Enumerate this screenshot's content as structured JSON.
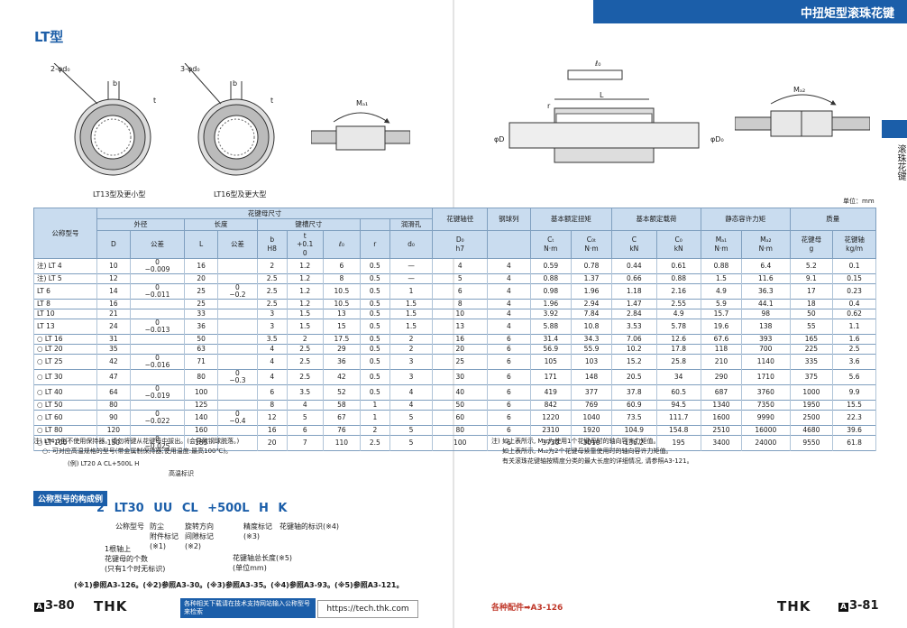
{
  "header_title": "中扭矩型滚珠花键",
  "page_title": "LT型",
  "side_label": "滚珠花键",
  "figures": {
    "fig1_label": "2-φd₀",
    "fig1_caption": "LT13型及更小型",
    "fig2_label": "3-φd₀",
    "fig2_caption": "LT16型及更大型",
    "dim_b": "b",
    "dim_t": "t",
    "ma1": "Mₐ₁",
    "ma2": "Mₐ₂",
    "l0": "ℓ₀",
    "L": "L",
    "r": "r",
    "phiD": "φD",
    "phiDs": "φD₀"
  },
  "unit_note": "单位：mm",
  "table": {
    "h_model": "公称型号",
    "h_nut_dims": "花键母尺寸",
    "h_od": "外径",
    "h_len": "长度",
    "h_keyway": "键槽尺寸",
    "h_oil": "润滑孔",
    "h_shaft_dia": "花键轴径",
    "h_balls": "钢球列",
    "h_torque": "基本额定扭矩",
    "h_load": "基本额定载荷",
    "h_moment": "静态容许力矩",
    "h_mass": "质量",
    "h_D": "D",
    "h_tol1": "公差",
    "h_L": "L",
    "h_tol2": "公差",
    "h_b": "b\nH8",
    "h_t": "t\n+0.1\n0",
    "h_l0": "ℓ₀",
    "h_r": "r",
    "h_d0": "d₀",
    "h_Ds": "D₀\nh7",
    "h_Ct": "Cₜ\nN·m",
    "h_Cot": "C₀ₜ\nN·m",
    "h_C": "C\nkN",
    "h_C0": "C₀\nkN",
    "h_MA1": "Mₐ₁\nN·m",
    "h_MA2": "Mₐ₂\nN·m",
    "h_nutmass": "花键母\ng",
    "h_shaftmass": "花键轴\nkg/m",
    "rows": [
      [
        "注) LT 4",
        "10",
        "0\n−0.009",
        "16",
        "",
        "2",
        "1.2",
        "6",
        "0.5",
        "—",
        "4",
        "4",
        "0.59",
        "0.78",
        "0.44",
        "0.61",
        "0.88",
        "6.4",
        "5.2",
        "0.1"
      ],
      [
        "注) LT 5",
        "12",
        "",
        "20",
        "",
        "2.5",
        "1.2",
        "8",
        "0.5",
        "—",
        "5",
        "4",
        "0.88",
        "1.37",
        "0.66",
        "0.88",
        "1.5",
        "11.6",
        "9.1",
        "0.15"
      ],
      [
        "LT 6",
        "14",
        "0\n−0.011",
        "25",
        "0\n−0.2",
        "2.5",
        "1.2",
        "10.5",
        "0.5",
        "1",
        "6",
        "4",
        "0.98",
        "1.96",
        "1.18",
        "2.16",
        "4.9",
        "36.3",
        "17",
        "0.23"
      ],
      [
        "LT 8",
        "16",
        "",
        "25",
        "",
        "2.5",
        "1.2",
        "10.5",
        "0.5",
        "1.5",
        "8",
        "4",
        "1.96",
        "2.94",
        "1.47",
        "2.55",
        "5.9",
        "44.1",
        "18",
        "0.4"
      ],
      [
        "LT 10",
        "21",
        "",
        "33",
        "",
        "3",
        "1.5",
        "13",
        "0.5",
        "1.5",
        "10",
        "4",
        "3.92",
        "7.84",
        "2.84",
        "4.9",
        "15.7",
        "98",
        "50",
        "0.62"
      ],
      [
        "LT 13",
        "24",
        "0\n−0.013",
        "36",
        "",
        "3",
        "1.5",
        "15",
        "0.5",
        "1.5",
        "13",
        "4",
        "5.88",
        "10.8",
        "3.53",
        "5.78",
        "19.6",
        "138",
        "55",
        "1.1"
      ],
      [
        "○ LT 16",
        "31",
        "",
        "50",
        "",
        "3.5",
        "2",
        "17.5",
        "0.5",
        "2",
        "16",
        "6",
        "31.4",
        "34.3",
        "7.06",
        "12.6",
        "67.6",
        "393",
        "165",
        "1.6"
      ],
      [
        "○ LT 20",
        "35",
        "",
        "63",
        "",
        "4",
        "2.5",
        "29",
        "0.5",
        "2",
        "20",
        "6",
        "56.9",
        "55.9",
        "10.2",
        "17.8",
        "118",
        "700",
        "225",
        "2.5"
      ],
      [
        "○ LT 25",
        "42",
        "0\n−0.016",
        "71",
        "",
        "4",
        "2.5",
        "36",
        "0.5",
        "3",
        "25",
        "6",
        "105",
        "103",
        "15.2",
        "25.8",
        "210",
        "1140",
        "335",
        "3.6"
      ],
      [
        "○ LT 30",
        "47",
        "",
        "80",
        "0\n−0.3",
        "4",
        "2.5",
        "42",
        "0.5",
        "3",
        "30",
        "6",
        "171",
        "148",
        "20.5",
        "34",
        "290",
        "1710",
        "375",
        "5.6"
      ],
      [
        "○ LT 40",
        "64",
        "0\n−0.019",
        "100",
        "",
        "6",
        "3.5",
        "52",
        "0.5",
        "4",
        "40",
        "6",
        "419",
        "377",
        "37.8",
        "60.5",
        "687",
        "3760",
        "1000",
        "9.9"
      ],
      [
        "○ LT 50",
        "80",
        "",
        "125",
        "",
        "8",
        "4",
        "58",
        "1",
        "4",
        "50",
        "6",
        "842",
        "769",
        "60.9",
        "94.5",
        "1340",
        "7350",
        "1950",
        "15.5"
      ],
      [
        "○ LT 60",
        "90",
        "0\n−0.022",
        "140",
        "0\n−0.4",
        "12",
        "5",
        "67",
        "1",
        "5",
        "60",
        "6",
        "1220",
        "1040",
        "73.5",
        "111.7",
        "1600",
        "9990",
        "2500",
        "22.3"
      ],
      [
        "○ LT 80",
        "120",
        "",
        "160",
        "",
        "16",
        "6",
        "76",
        "2",
        "5",
        "80",
        "6",
        "2310",
        "1920",
        "104.9",
        "154.8",
        "2510",
        "16000",
        "4680",
        "39.6"
      ],
      [
        "○ LT 100",
        "150",
        "0\n−0.025",
        "185",
        "",
        "20",
        "7",
        "110",
        "2.5",
        "5",
        "100",
        "6",
        "3730",
        "3010",
        "136.2",
        "195",
        "3400",
        "24000",
        "9550",
        "61.8"
      ]
    ]
  },
  "notes_left": [
    "注) LT4,5型不使用保持器。请勿将键从花键母中拔出。(会导致钢球脱落。)",
    "○: 可对应高温规格的型号(带金属制保持器;使用温度:最高100℃)。",
    "(例) LT20 A CL+500L H",
    "高温标识"
  ],
  "notes_right": [
    "注) 如上表所示, Mₐ₁为使用1个花键母时的轴向容许力矩值。",
    "如上表所示, Mₐ₂为2个花键母紧靠使用时的轴向容许力矩值。",
    "有关滚珠花键轴按精度分类的最大长度的详细情况, 请参照A3-121。"
  ],
  "composition": {
    "title": "公称型号的构成例",
    "code": "2 LT30 UU CL +500L H K",
    "l1": "公称型号",
    "l2": "防尘\n附件标记\n(※1)",
    "l3": "旋转方向\n间隙标记\n(※2)",
    "l4": "精度标记\n(※3)",
    "l5": "花键轴的标识(※4)",
    "l6": "1根轴上\n花键母的个数\n(只有1个时无标识)",
    "l7": "花键轴总长度(※5)\n(单位mm)"
  },
  "refs": "(※1)参照A3-126。(※2)参照A3-30。(※3)参照A3-35。(※4)参照A3-93。(※5)参照A3-121。",
  "footer": {
    "page_left": "3-80",
    "page_right": "3-81",
    "page_prefix": "A",
    "brand": "THK",
    "banner": "各种相关下载请在技术支持网站输入公称型号来检索",
    "url": "https://tech.thk.com",
    "link": "各种配件➡A3-126"
  }
}
